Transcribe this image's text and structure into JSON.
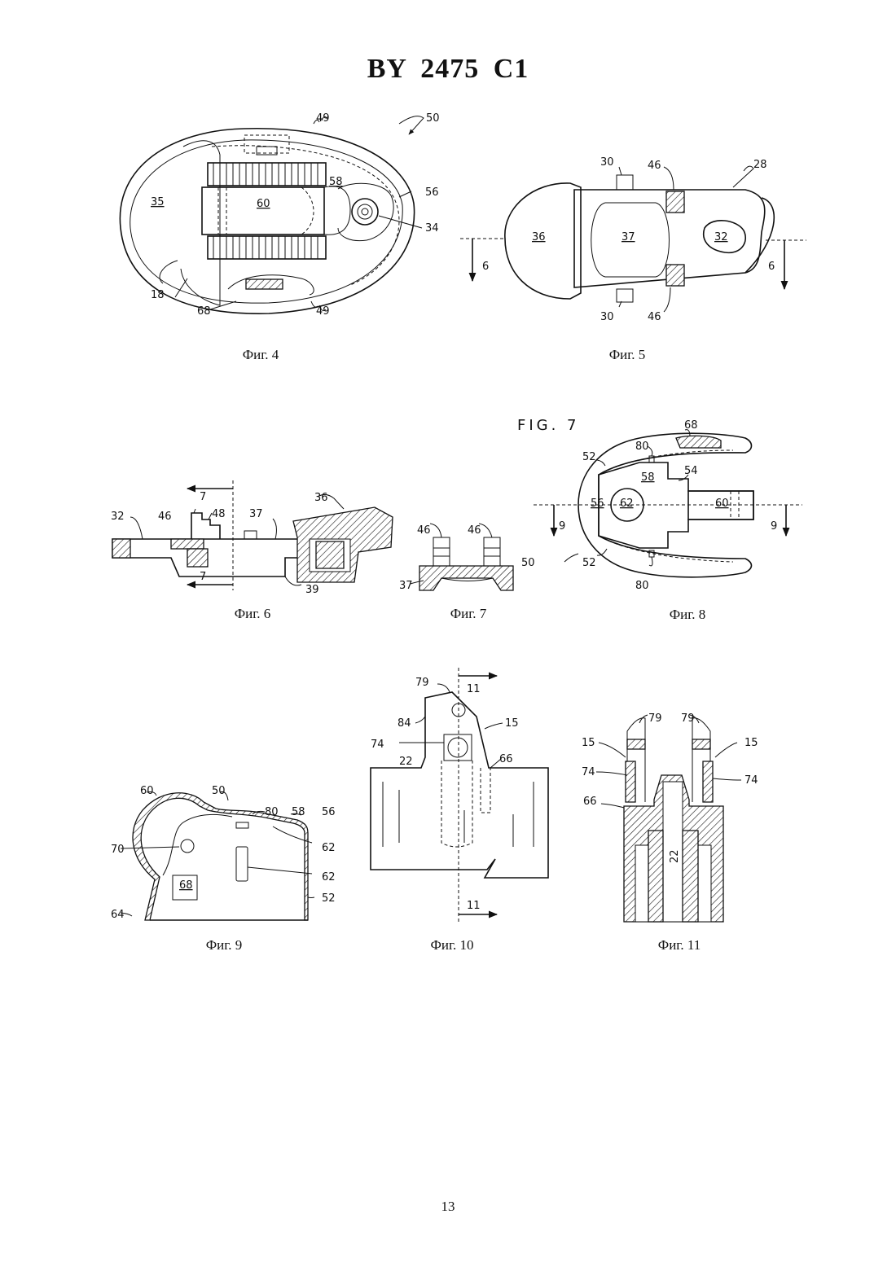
{
  "document": {
    "title": "BY  2475  C1",
    "page_number": "13"
  },
  "figures": [
    {
      "caption": "Фиг. 4",
      "labels": [
        "50",
        "49",
        "58",
        "35",
        "60",
        "56",
        "34",
        "18",
        "68",
        "49"
      ]
    },
    {
      "caption": "Фиг. 5",
      "labels": [
        "30",
        "46",
        "28",
        "36",
        "37",
        "32",
        "6",
        "6",
        "30",
        "46"
      ]
    },
    {
      "caption": "Фиг. 6",
      "labels": [
        "7",
        "36",
        "32",
        "46",
        "48",
        "37",
        "7",
        "39"
      ]
    },
    {
      "caption": "Фиг. 7",
      "labels": [
        "46",
        "46",
        "37"
      ]
    },
    {
      "caption": "Фиг. 8",
      "header": "FIG. 7",
      "labels": [
        "68",
        "80",
        "52",
        "58",
        "54",
        "56",
        "62",
        "60",
        "9",
        "9",
        "50",
        "52",
        "80"
      ]
    },
    {
      "caption": "Фиг. 9",
      "labels": [
        "60",
        "50",
        "80",
        "58",
        "56",
        "70",
        "62",
        "68",
        "62",
        "64",
        "52"
      ]
    },
    {
      "caption": "Фиг. 10",
      "labels": [
        "79",
        "11",
        "84",
        "15",
        "74",
        "22",
        "66",
        "11"
      ]
    },
    {
      "caption": "Фиг. 11",
      "labels": [
        "79",
        "79",
        "15",
        "15",
        "74",
        "74",
        "66",
        "22"
      ]
    }
  ]
}
